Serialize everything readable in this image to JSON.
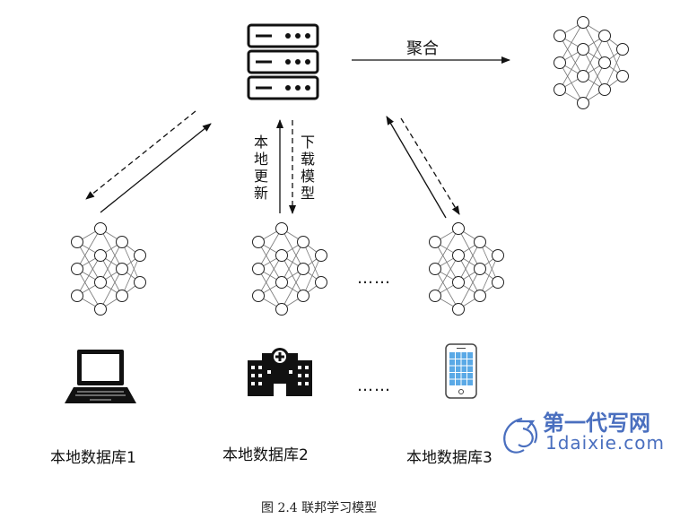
{
  "labels": {
    "aggregate": "聚合",
    "local_update": "本地更新",
    "download_model": "下载模型",
    "db1": "本地数据库1",
    "db2": "本地数据库2",
    "db3": "本地数据库3",
    "ellipsis_nets": "……",
    "ellipsis_devices": "……"
  },
  "caption": "图 2.4  联邦学习模型",
  "watermark": {
    "brand": "第一代写网",
    "url": "1daixie.com"
  },
  "icons": {
    "server": "server-icon",
    "laptop": "laptop-icon",
    "hospital": "hospital-icon",
    "phone": "smartphone-icon",
    "network": "neural-network-icon"
  },
  "colors": {
    "stroke": "#111111",
    "phone_screen": "#5aa9e6",
    "watermark": "#4a6fbf"
  }
}
